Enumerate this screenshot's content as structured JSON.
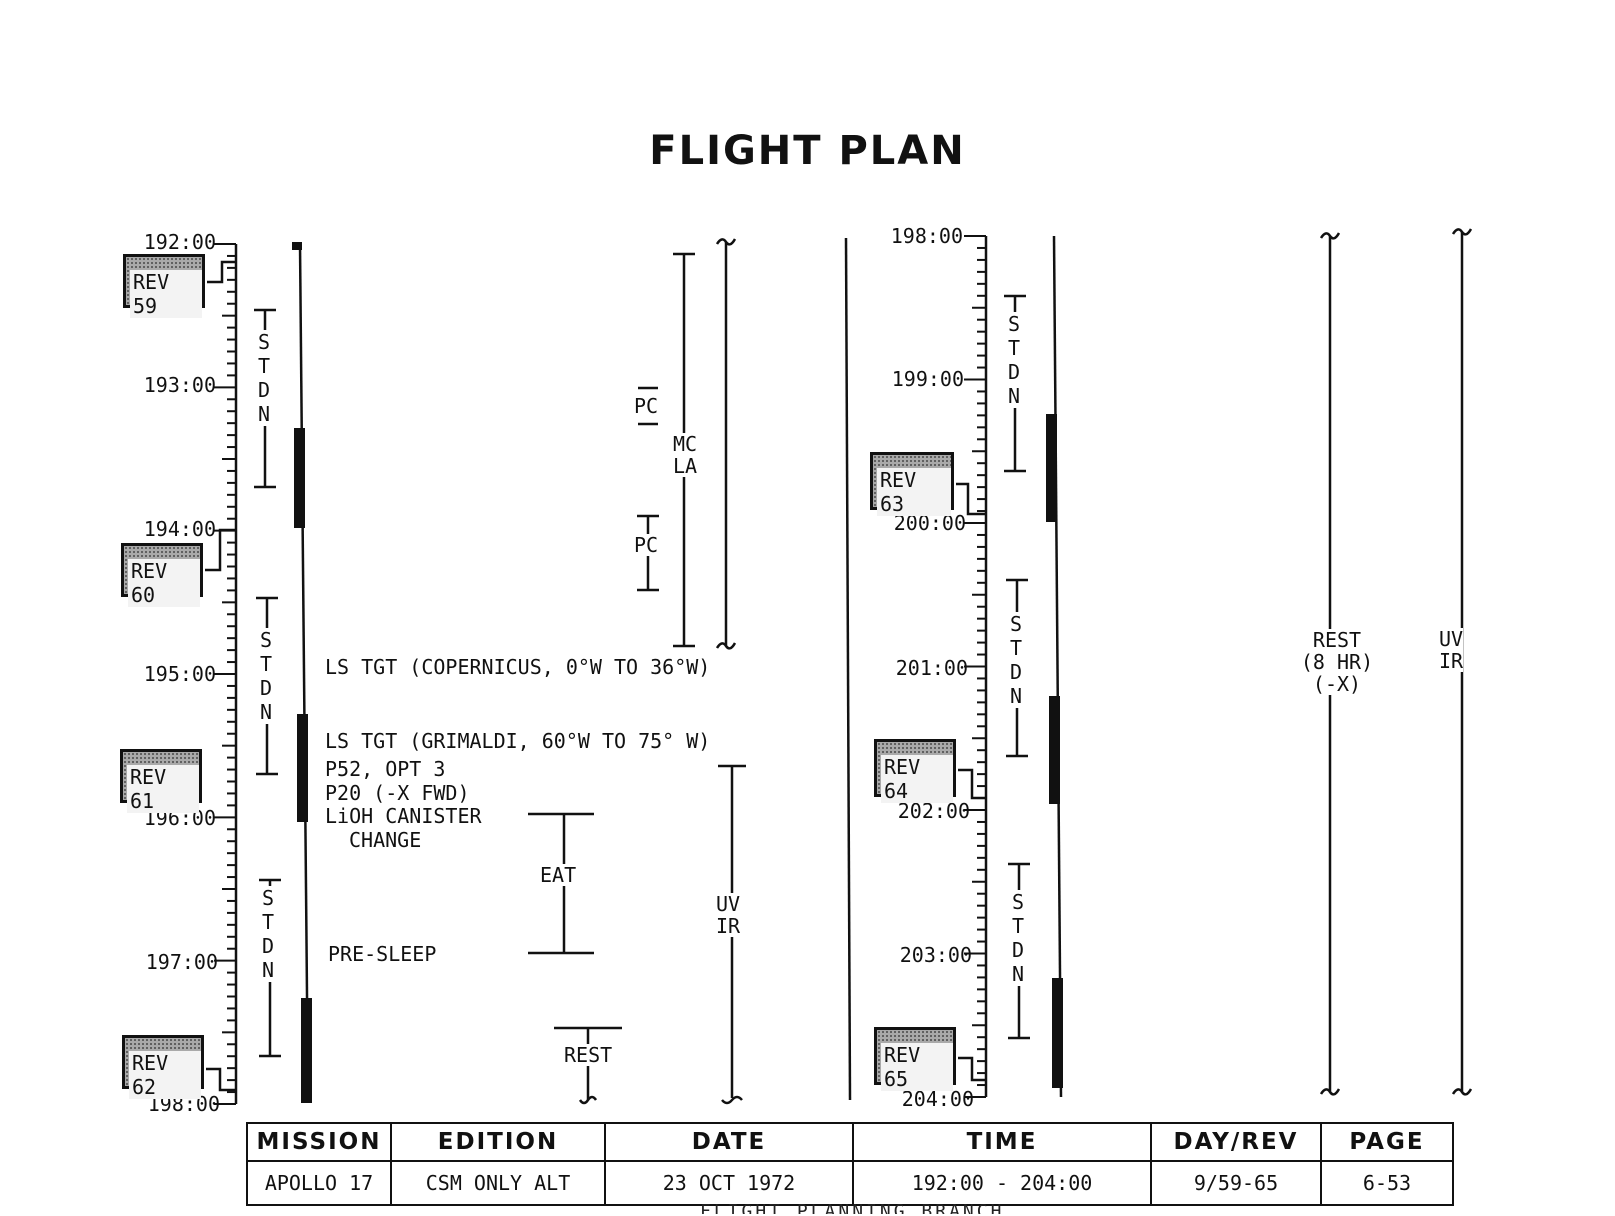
{
  "title": "FLIGHT PLAN",
  "left_ticks": [
    "192:00",
    "193:00",
    "194:00",
    "195:00",
    "196:00",
    "197:00",
    "198:00"
  ],
  "right_ticks": [
    "198:00",
    "199:00",
    "200:00",
    "201:00",
    "202:00",
    "203:00",
    "204:00"
  ],
  "rev_labels": [
    "REV 59",
    "REV 60",
    "REV 61",
    "REV 62",
    "REV 63",
    "REV 64",
    "REV 65"
  ],
  "station_letters": [
    "S",
    "T",
    "D",
    "N"
  ],
  "activities": {
    "ls_tgt_copernicus": "LS TGT (COPERNICUS, 0°W TO 36°W)",
    "ls_tgt_grimaldi": "LS TGT (GRIMALDI, 60°W TO 75° W)",
    "p52": "P52, OPT 3",
    "p20": "P20 (-X FWD)",
    "lioh_line1": "LiOH CANISTER",
    "lioh_line2": "CHANGE",
    "pre_sleep": "PRE-SLEEP",
    "eat": "EAT",
    "rest": "REST",
    "pc": "PC",
    "mc": "MC",
    "la": "LA",
    "uv": "UV",
    "ir": "IR",
    "rest_long_1": "REST",
    "rest_long_2": "(8 HR)",
    "rest_long_3": "(-X)"
  },
  "footer": {
    "headers": [
      "MISSION",
      "EDITION",
      "DATE",
      "TIME",
      "DAY/REV",
      "PAGE"
    ],
    "values": [
      "APOLLO 17",
      "CSM ONLY ALT",
      "23 OCT 1972",
      "192:00 - 204:00",
      "9/59-65",
      "6-53"
    ],
    "note": "FLIGHT PLANNING BRANCH"
  }
}
